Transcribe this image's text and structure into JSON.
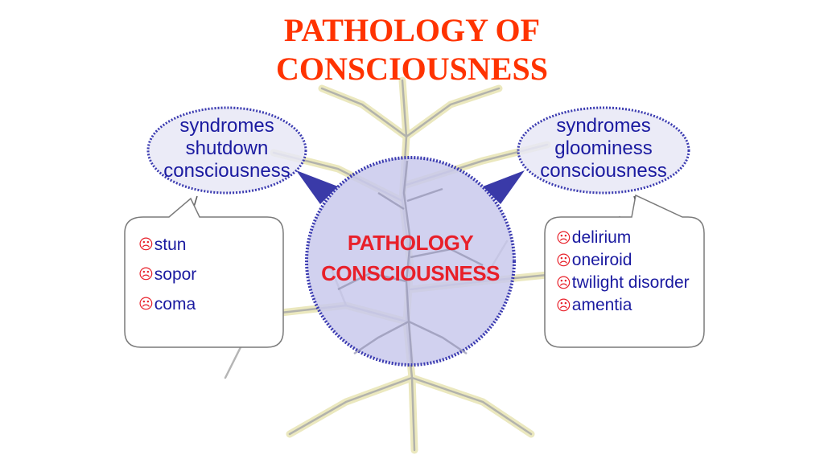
{
  "title": {
    "line1": "PATHOLOGY OF",
    "line2": "CONSCIOUSNESS"
  },
  "left_bubble": {
    "line1": "syndromes",
    "line2": "shutdown",
    "line3": "consciousness"
  },
  "right_bubble": {
    "line1": "syndromes",
    "line2": "gloominess",
    "line3": "consciousness"
  },
  "center": {
    "line1": "PATHOLOGY",
    "line2": "CONSCIOUSNESS"
  },
  "left_list": {
    "icon": "neutral-face-icon",
    "items": [
      "stun",
      "sopor",
      "coma"
    ]
  },
  "right_list": {
    "icon": "neutral-face-icon",
    "items": [
      "delirium",
      "oneiroid",
      "twilight disorder",
      "amentia"
    ]
  },
  "colors": {
    "title": "#ff3300",
    "text": "#1a1aa0",
    "accent": "#e8202a",
    "bubble_border": "#3a3ab0",
    "circle_fill": "#c9c9ec"
  }
}
